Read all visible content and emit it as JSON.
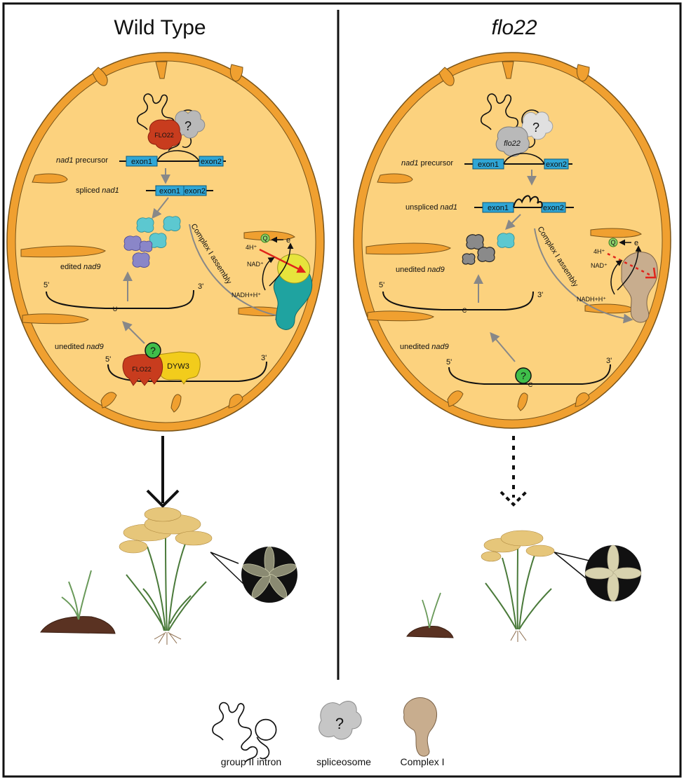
{
  "panels": {
    "wild_type": {
      "title": "Wild Type",
      "precursor_gene": "nad1",
      "precursor_suffix": " precursor",
      "spliced_prefix": "spliced ",
      "spliced_gene": "nad1",
      "edited_prefix": "edited ",
      "edited_gene": "nad9",
      "unedited_prefix": "unedited ",
      "unedited_gene": "nad9",
      "exon1": "exon1",
      "exon2": "exon2",
      "flo22_label": "FLO22",
      "dyw3_label": "DYW3",
      "question": "?",
      "edit_site": "U",
      "five_prime": "5'",
      "three_prime": "3'",
      "assembly": "Complex I assembly",
      "q_label": "Q",
      "e_label": "e",
      "h_label": "4H⁺",
      "nad_label": "NAD⁺",
      "nadh_label": "NADH+H⁺"
    },
    "mutant": {
      "title": "flo22",
      "precursor_gene": "nad1",
      "precursor_suffix": " precursor",
      "unspliced_prefix": "unspliced ",
      "unspliced_gene": "nad1",
      "unedited_top_prefix": "unedited ",
      "unedited_top_gene": "nad9",
      "unedited_prefix": "unedited ",
      "unedited_gene": "nad9",
      "exon1": "exon1",
      "exon2": "exon2",
      "flo22_label": "flo22",
      "question": "?",
      "edit_site": "C",
      "five_prime": "5'",
      "three_prime": "3'",
      "assembly": "Complex I assembly",
      "q_label": "Q",
      "e_label": "e",
      "h_label": "4H⁺",
      "nad_label": "NAD⁺",
      "nadh_label": "NADH+H⁺"
    }
  },
  "legend": {
    "intron": "group II intron",
    "spliceosome": "spliceosome",
    "spliceosome_mark": "?",
    "complex": "Complex I"
  },
  "colors": {
    "matrix": "#fcd27e",
    "membrane": "#f0a030",
    "exon": "#2fa6d6",
    "flo22": "#c83c1e",
    "dyw3": "#f2cc1c",
    "question_green": "#3fbe4a",
    "complex_teal": "#1fa3a0",
    "complex_tan": "#c8ad8e",
    "red_arrow": "#e0241a"
  }
}
